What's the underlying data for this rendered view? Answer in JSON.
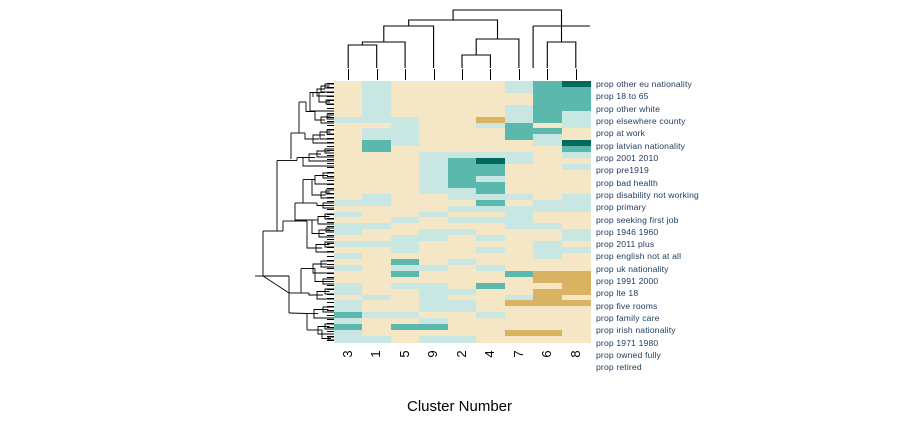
{
  "figure": {
    "x_axis_title": "Cluster Number",
    "background": "#ffffff"
  },
  "palette": {
    "dark_teal": "#00695e",
    "mid_teal": "#5bb8ac",
    "light_teal": "#c9e7e2",
    "cream": "#f5e7c6",
    "gold": "#d9b362",
    "line": "#000000",
    "label_color": "#1a3a5c"
  },
  "columns": {
    "tick_labels": [
      "3",
      "1",
      "5",
      "9",
      "2",
      "4",
      "7",
      "6",
      "8"
    ],
    "count": 9
  },
  "rows": {
    "count": 22,
    "labels": [
      "prop other eu nationality",
      "prop 18 to 65",
      "prop other white",
      "prop elsewhere county",
      "prop at work",
      "prop latvian nationality",
      "prop 2001 2010",
      "prop pre1919",
      "prop bad health",
      "prop disability not working",
      "prop primary",
      "prop seeking first job",
      "prop 1946 1960",
      "prop 2011 plus",
      "prop english not at all",
      "prop uk nationality",
      "prop 1991 2000",
      "prop lte 18",
      "prop five rooms",
      "prop family care",
      "prop irish nationality",
      "prop 1971 1980",
      "prop owned fully",
      "prop retired"
    ]
  },
  "chart_data": {
    "type": "heatmap",
    "title": "",
    "xlabel": "Cluster Number",
    "ylabel": "",
    "grid": false,
    "legend": "none",
    "x_categories": [
      "3",
      "1",
      "5",
      "9",
      "2",
      "4",
      "7",
      "6",
      "8"
    ],
    "y_categories": [
      "prop other eu nationality",
      "prop 18 to 65",
      "prop other white",
      "prop elsewhere county",
      "prop at work",
      "prop latvian nationality",
      "prop 2001 2010",
      "prop pre1919",
      "prop bad health",
      "prop disability not working",
      "prop primary",
      "prop seeking first job",
      "prop 1946 1960",
      "prop 2011 plus",
      "prop english not at all",
      "prop uk nationality",
      "prop 1991 2000",
      "prop lte 18",
      "prop five rooms",
      "prop family care",
      "prop irish nationality",
      "prop 1971 1980",
      "prop owned fully",
      "prop retired"
    ],
    "color_scale": {
      "levels": [
        "gold",
        "cream",
        "light_teal",
        "mid_teal",
        "dark_teal"
      ],
      "hex": [
        "#d9b362",
        "#f5e7c6",
        "#c9e7e2",
        "#5bb8ac",
        "#00695e"
      ],
      "meaning": "low(gold) to high(dark teal)"
    },
    "row_leaf_count": 62,
    "values": [
      [
        1,
        2,
        1,
        1,
        1,
        1,
        2,
        3,
        4
      ],
      [
        1,
        2,
        1,
        1,
        1,
        1,
        2,
        3,
        3
      ],
      [
        1,
        2,
        1,
        1,
        1,
        1,
        1,
        3,
        3
      ],
      [
        1,
        2,
        1,
        1,
        1,
        1,
        1,
        3,
        3
      ],
      [
        1,
        2,
        1,
        1,
        1,
        1,
        2,
        3,
        3
      ],
      [
        1,
        2,
        1,
        1,
        1,
        1,
        2,
        3,
        2
      ],
      [
        2,
        2,
        2,
        1,
        1,
        0,
        2,
        3,
        2
      ],
      [
        1,
        1,
        2,
        1,
        1,
        2,
        3,
        1,
        2
      ],
      [
        1,
        2,
        2,
        1,
        1,
        1,
        3,
        3,
        1
      ],
      [
        1,
        2,
        2,
        1,
        1,
        1,
        3,
        2,
        1
      ],
      [
        1,
        3,
        2,
        1,
        1,
        1,
        1,
        2,
        4
      ],
      [
        1,
        3,
        1,
        1,
        1,
        1,
        1,
        1,
        3
      ],
      [
        1,
        1,
        1,
        2,
        2,
        2,
        2,
        1,
        2
      ],
      [
        1,
        1,
        1,
        2,
        3,
        4,
        2,
        1,
        1
      ],
      [
        1,
        1,
        1,
        2,
        3,
        3,
        1,
        1,
        2
      ],
      [
        1,
        1,
        1,
        2,
        3,
        3,
        1,
        1,
        1
      ],
      [
        1,
        1,
        1,
        2,
        3,
        2,
        1,
        1,
        1
      ],
      [
        1,
        1,
        1,
        2,
        3,
        3,
        1,
        1,
        1
      ],
      [
        1,
        1,
        1,
        2,
        2,
        3,
        1,
        1,
        1
      ],
      [
        1,
        2,
        1,
        1,
        2,
        2,
        2,
        1,
        2
      ],
      [
        2,
        2,
        1,
        1,
        1,
        3,
        1,
        2,
        2
      ],
      [
        1,
        1,
        1,
        1,
        2,
        2,
        2,
        2,
        2
      ],
      [
        2,
        1,
        1,
        2,
        1,
        1,
        2,
        1,
        1
      ],
      [
        1,
        1,
        2,
        1,
        2,
        2,
        2,
        1,
        1
      ],
      [
        2,
        2,
        1,
        1,
        1,
        1,
        2,
        2,
        1
      ],
      [
        2,
        1,
        1,
        2,
        2,
        1,
        1,
        1,
        2
      ],
      [
        1,
        1,
        2,
        2,
        1,
        2,
        1,
        1,
        2
      ],
      [
        2,
        2,
        2,
        1,
        1,
        1,
        1,
        2,
        1
      ],
      [
        1,
        1,
        2,
        1,
        1,
        2,
        1,
        2,
        2
      ],
      [
        2,
        1,
        1,
        1,
        1,
        1,
        1,
        2,
        1
      ],
      [
        1,
        1,
        3,
        1,
        2,
        1,
        1,
        1,
        1
      ],
      [
        2,
        1,
        2,
        2,
        1,
        2,
        1,
        1,
        1
      ],
      [
        1,
        1,
        3,
        1,
        1,
        1,
        3,
        0,
        0
      ],
      [
        1,
        1,
        1,
        1,
        1,
        1,
        1,
        0,
        0
      ],
      [
        2,
        1,
        2,
        2,
        1,
        3,
        1,
        1,
        0
      ],
      [
        2,
        1,
        1,
        2,
        2,
        1,
        1,
        0,
        0
      ],
      [
        1,
        2,
        1,
        2,
        1,
        1,
        2,
        0,
        1
      ],
      [
        2,
        1,
        1,
        2,
        2,
        1,
        0,
        0,
        0
      ],
      [
        2,
        1,
        1,
        2,
        2,
        1,
        1,
        1,
        1
      ],
      [
        3,
        2,
        2,
        1,
        1,
        2,
        1,
        1,
        1
      ],
      [
        2,
        1,
        1,
        2,
        1,
        1,
        1,
        1,
        1
      ],
      [
        3,
        1,
        3,
        3,
        1,
        1,
        1,
        1,
        1
      ],
      [
        2,
        1,
        1,
        1,
        1,
        1,
        0,
        0,
        1
      ],
      [
        2,
        2,
        1,
        2,
        2,
        1,
        1,
        1,
        1
      ]
    ]
  },
  "icons": {
    "col_dendrogram": "dendrogram-top",
    "row_dendrogram": "dendrogram-left"
  }
}
